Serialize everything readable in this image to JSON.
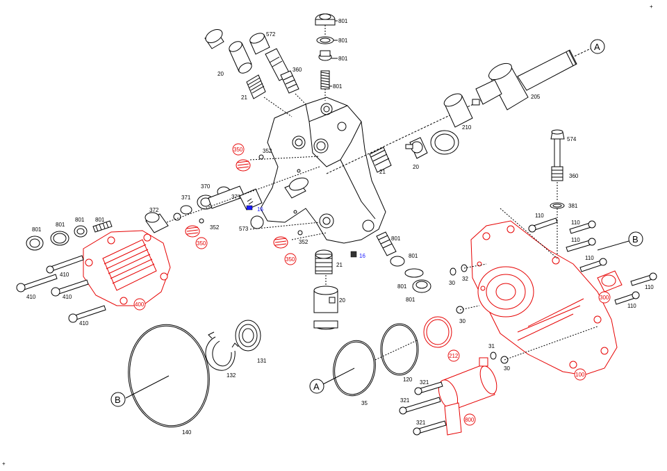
{
  "callouts": {
    "a_top": "A",
    "a_bottom": "A",
    "b_left": "B",
    "b_right": "B"
  },
  "labels": {
    "p801a": "801",
    "p801b": "801",
    "p801c": "801",
    "p801d": "801",
    "p572": "572",
    "p360a": "360",
    "p20a": "20",
    "p21a": "21",
    "p205": "205",
    "p210": "210",
    "p21b": "21",
    "p20b": "20",
    "p574": "574",
    "p360b": "360",
    "p381": "381",
    "p352a": "352",
    "p352b": "352",
    "p352c": "352",
    "p370": "370",
    "p371a": "371",
    "p371b": "371",
    "p16a": "16",
    "p573": "573",
    "p372": "372",
    "p801e": "801",
    "p801f": "801",
    "p801g": "801",
    "p801h": "801",
    "p410a": "410",
    "p410b": "410",
    "p410c": "410",
    "p410d": "410",
    "p801i": "801",
    "p801j": "801",
    "p801k": "801",
    "p16b": "16",
    "p21c": "21",
    "p20c": "20",
    "p110a": "110",
    "p110b": "110",
    "p110c": "110",
    "p110d": "110",
    "p110e": "110",
    "p110f": "110",
    "p30a": "30",
    "p32": "32",
    "p30b": "30",
    "p31": "31",
    "p30c": "30",
    "p140": "140",
    "p132": "132",
    "p131": "131",
    "p35": "35",
    "p120": "120",
    "p321a": "321",
    "p321b": "321",
    "p321c": "321"
  },
  "red_labels": {
    "r350a": "350",
    "r350b": "350",
    "r350c": "350",
    "r400": "400",
    "r300": "300",
    "r212": "212",
    "r100": "100",
    "r800": "800"
  },
  "corner_marks": {
    "top_right": "+",
    "bottom_left": "+"
  },
  "colors": {
    "line": "#000000",
    "highlight": "#e60000",
    "accent_label": "#1a1aff"
  }
}
